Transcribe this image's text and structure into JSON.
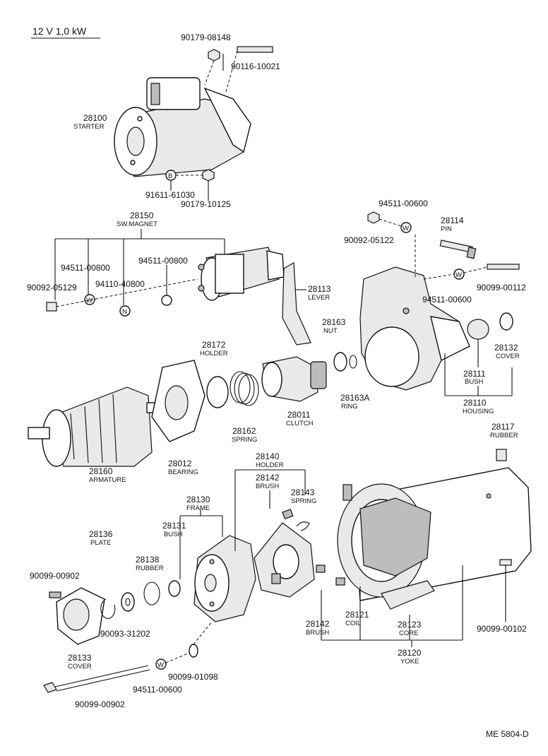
{
  "header": {
    "spec": "12 V  1,0 kW"
  },
  "footer": {
    "code": "ME  5804-D"
  },
  "callouts": {
    "c_90179_08148": {
      "pn": "90179-08148"
    },
    "c_90116_10021": {
      "pn": "90116-10021"
    },
    "c_28100": {
      "pn": "28100",
      "name": "STARTER"
    },
    "c_91611_61030": {
      "pn": "91611-61030"
    },
    "c_90179_10125": {
      "pn": "90179-10125"
    },
    "c_28150": {
      "pn": "28150",
      "name": "SW.MAGNET"
    },
    "c_94511_00800a": {
      "pn": "94511-00800"
    },
    "c_94511_00800b": {
      "pn": "94511-00800"
    },
    "c_90092_05129": {
      "pn": "90092-05129"
    },
    "c_94110_40800": {
      "pn": "94110-40800"
    },
    "c_28113": {
      "pn": "28113",
      "name": "LEVER"
    },
    "c_94511_00600a": {
      "pn": "94511-00600"
    },
    "c_90092_05122": {
      "pn": "90092-05122"
    },
    "c_28114": {
      "pn": "28114",
      "name": "PIN"
    },
    "c_90099_00112": {
      "pn": "90099-00112"
    },
    "c_94511_00600b": {
      "pn": "94511-00600"
    },
    "c_28163": {
      "pn": "28163",
      "name": "NUT"
    },
    "c_28172": {
      "pn": "28172",
      "name": "HOLDER"
    },
    "c_28163A": {
      "pn": "28163A",
      "name": "RING"
    },
    "c_28011": {
      "pn": "28011",
      "name": "CLUTCH"
    },
    "c_28162": {
      "pn": "28162",
      "name": "SPRING"
    },
    "c_28132": {
      "pn": "28132",
      "name": "COVER"
    },
    "c_28111": {
      "pn": "28111",
      "name": "BUSH"
    },
    "c_28110": {
      "pn": "28110",
      "name": "HOUSING"
    },
    "c_28160": {
      "pn": "28160",
      "name": "ARMATURE"
    },
    "c_28012": {
      "pn": "28012",
      "name": "BEARING"
    },
    "c_28117": {
      "pn": "28117",
      "name": "RUBBER"
    },
    "c_28140": {
      "pn": "28140",
      "name": "HOLDER"
    },
    "c_28142a": {
      "pn": "28142",
      "name": "BRUSH"
    },
    "c_28143": {
      "pn": "28143",
      "name": "SPRING"
    },
    "c_28130": {
      "pn": "28130",
      "name": "FRAME"
    },
    "c_28131": {
      "pn": "28131",
      "name": "BUSH"
    },
    "c_28136": {
      "pn": "28136",
      "name": "PLATE"
    },
    "c_28138": {
      "pn": "28138",
      "name": "RUBBER"
    },
    "c_90099_00902a": {
      "pn": "90099-00902"
    },
    "c_90093_31202": {
      "pn": "90093-31202"
    },
    "c_28133": {
      "pn": "28133",
      "name": "COVER"
    },
    "c_90099_01098": {
      "pn": "90099-01098"
    },
    "c_94511_00600c": {
      "pn": "94511-00600"
    },
    "c_90099_00902b": {
      "pn": "90099-00902"
    },
    "c_28142b": {
      "pn": "28142",
      "name": "BRUSH"
    },
    "c_28121": {
      "pn": "28121",
      "name": "COIL"
    },
    "c_28123": {
      "pn": "28123",
      "name": "CORE"
    },
    "c_28120": {
      "pn": "28120",
      "name": "YOKE"
    },
    "c_90099_00102": {
      "pn": "90099-00102"
    }
  },
  "markers": {
    "washer": "W",
    "bolt": "B",
    "nut": "N"
  }
}
